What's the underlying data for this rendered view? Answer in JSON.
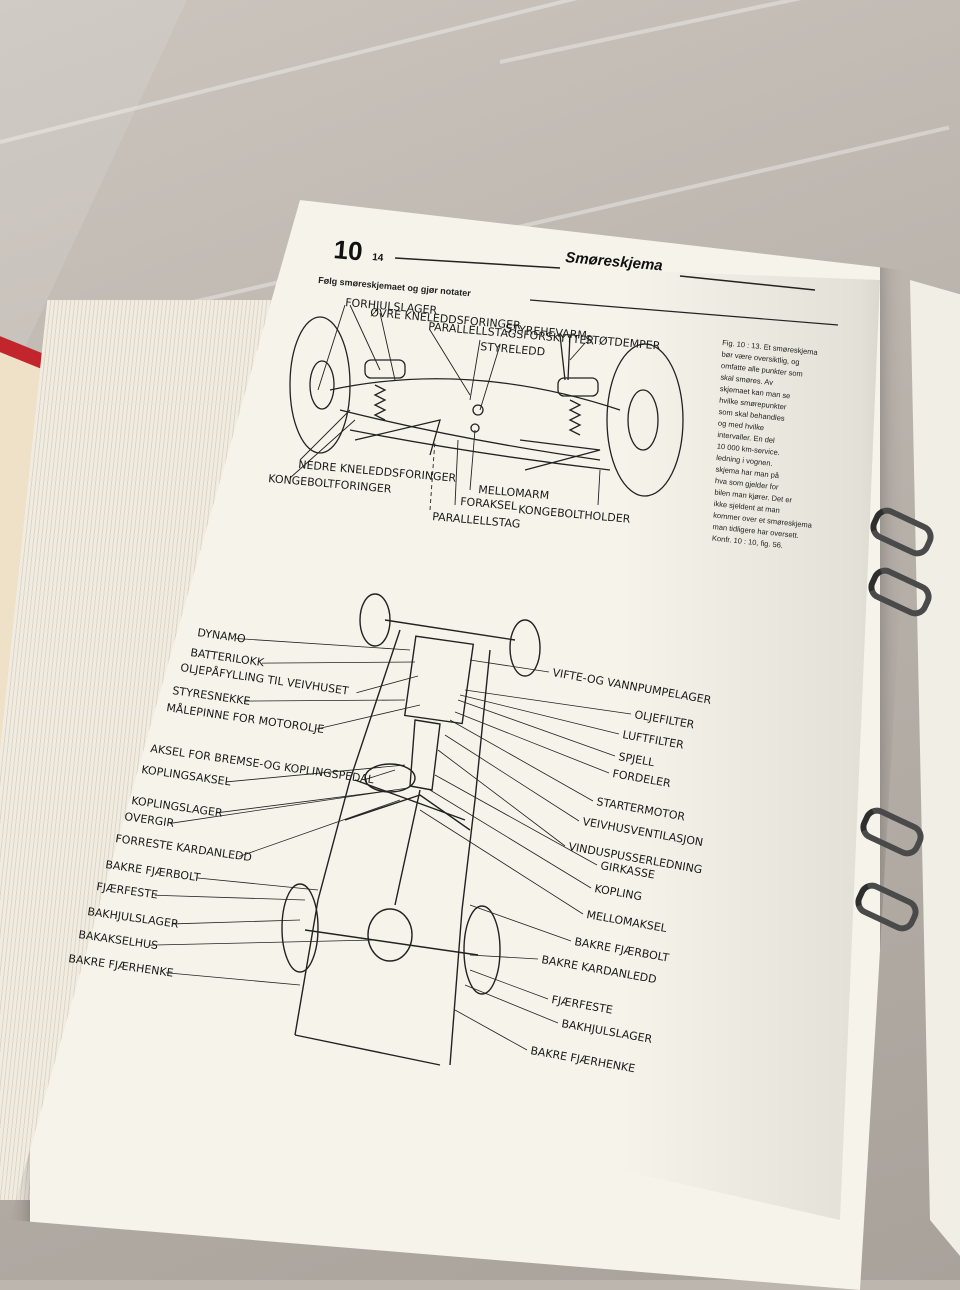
{
  "header": {
    "chapter": "10",
    "page_suffix": "14",
    "section_title": "Smøreskjema",
    "subtitle": "Følg smøreskjemaet og gjør notater"
  },
  "top_diagram": {
    "labels": {
      "hjullager": "FORHJULSLAGER",
      "ovre": "ØVRE KNELEDDSFORINGER",
      "parallell": "PARALLELLSTAGSFORSKYTTER",
      "styrehevarm": "STYREHEVARM",
      "styreledd": "STYRELEDD",
      "stotdemper": "STØTDEMPER",
      "nedre": "NEDRE KNELEDDSFORINGER",
      "kongebolt": "KONGEBOLTFORINGER",
      "mellomarm": "MELLOMARM",
      "foraksel": "FORAKSEL",
      "kongeboltholder": "KONGEBOLTHOLDER",
      "parallellstag": "PARALLELLSTAG"
    }
  },
  "caption": {
    "lines": [
      "Fig. 10 : 13. Et smøreskjema",
      "bør være oversiktlig, og",
      "omfatte alle punkter som",
      "skal smøres. Av",
      "skjemaet kan man se",
      "hvilke smørepunkter",
      "som skal behandles",
      "og med hvilke",
      "intervaller. En del",
      "10 000 km-service.",
      "ledning i vognen.",
      "skjema har man på",
      "hva som gjelder for",
      "bilen man kjører. Det er",
      "ikke sjeldent at man",
      "kommer over et smøreskjema",
      "man tidligere har oversett.",
      "Konfr. 10 : 10, fig. 56."
    ]
  },
  "chassis_diagram": {
    "left_labels": [
      "DYNAMO",
      "BATTERILOKK",
      "OLJEPÅFYLLING TIL VEIVHUSET",
      "STYRESNEKKE",
      "MÅLEPINNE FOR MOTOROLJE",
      "AKSEL FOR BREMSE-OG KOPLINGSPEDAL",
      "KOPLINGSAKSEL",
      "KOPLINGSLAGER",
      "OVERGIR",
      "FORRESTE KARDANLEDD",
      "BAKRE FJÆRBOLT",
      "FJÆRFESTE",
      "BAKHJULSLAGER",
      "BAKAKSELHUS",
      "BAKRE FJÆRHENKE"
    ],
    "right_labels": [
      "VIFTE-OG VANNPUMPELAGER",
      "OLJEFILTER",
      "LUFTFILTER",
      "SPJELL",
      "FORDELER",
      "STARTERMOTOR",
      "VEIVHUSVENTILASJON",
      "VINDUSPUSSERLEDNING",
      "GIRKASSE",
      "KOPLING",
      "MELLOMAKSEL",
      "BAKRE FJÆRBOLT",
      "BAKRE KARDANLEDD",
      "FJÆRFESTE",
      "BAKHJULSLAGER",
      "BAKRE FJÆRHENKE"
    ]
  },
  "colors": {
    "binding": "#c2262c",
    "paper": "#f6f3ea",
    "ink": "#1a1a1a"
  }
}
